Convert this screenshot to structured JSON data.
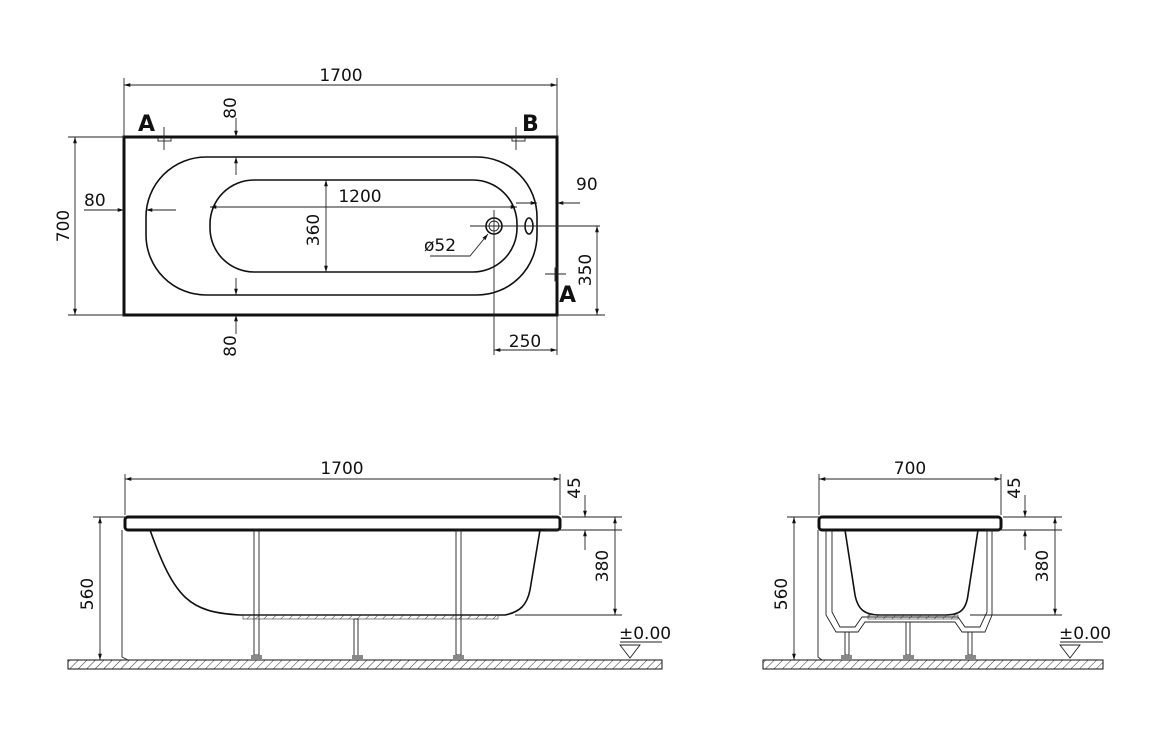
{
  "plan_view": {
    "section_label_a1": "A",
    "section_label_b": "B",
    "section_label_a2": "A",
    "overall_length": "1700",
    "overall_width": "700",
    "rim_top": "80",
    "rim_bottom": "80",
    "rim_left": "80",
    "rim_right": "90",
    "inner_length": "1200",
    "inner_width": "360",
    "drain_diameter": "ø52",
    "drain_offset_y": "350",
    "drain_offset_x": "250"
  },
  "side_view": {
    "length": "1700",
    "rim_height": "45",
    "depth": "380",
    "total_height": "560",
    "floor_level": "±0.00"
  },
  "end_view": {
    "width": "700",
    "rim_height": "45",
    "depth": "380",
    "total_height": "560",
    "floor_level": "±0.00"
  }
}
